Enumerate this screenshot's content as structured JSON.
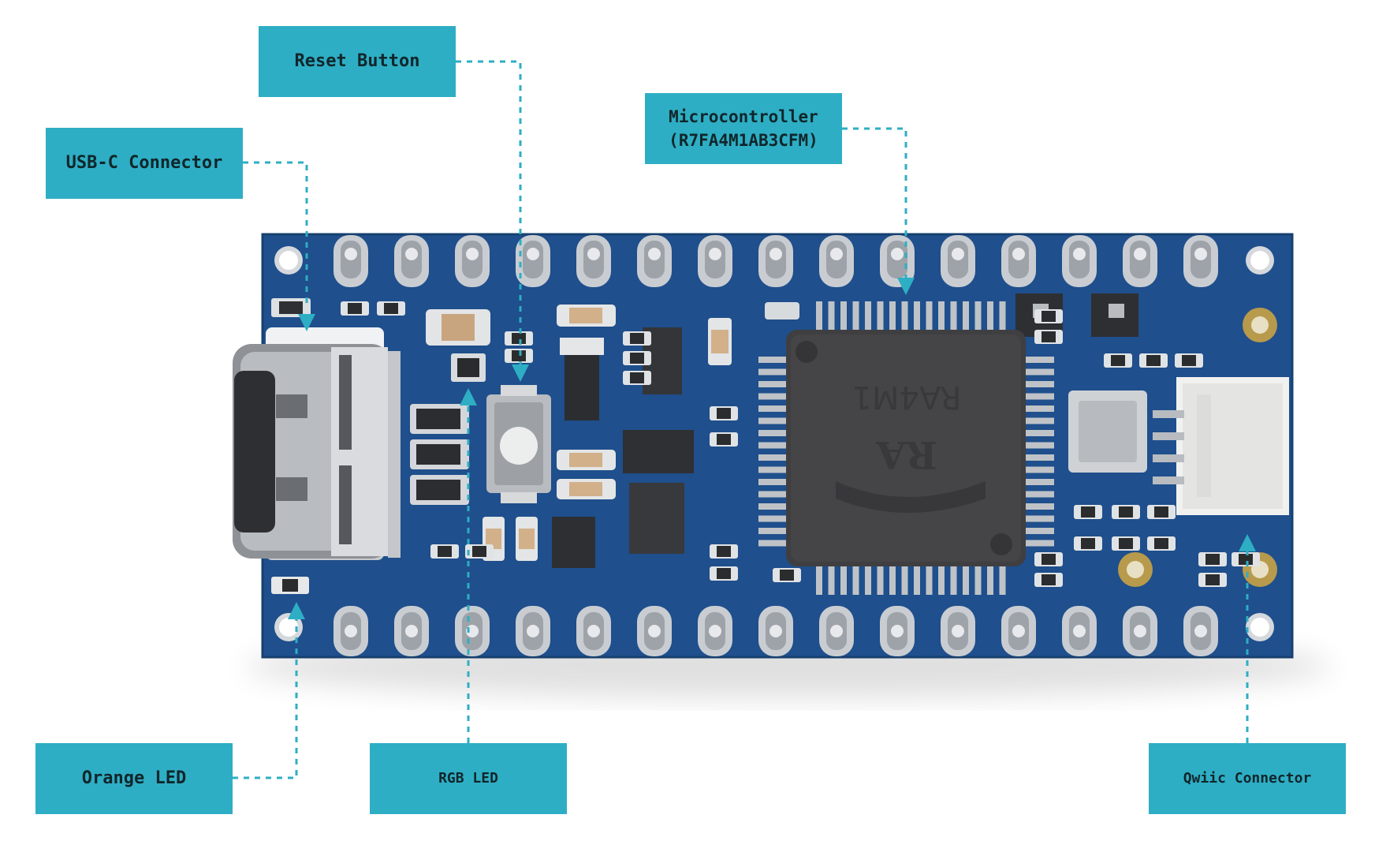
{
  "colors": {
    "callout_bg": "#2eaec4",
    "callout_text": "#10262b",
    "leader": "#2eaec4",
    "pcb": "#1f4f8c",
    "pcb_edge": "#17406f",
    "chip": "#3f3f41",
    "pad": "#c9cdd2",
    "gold": "#b79a4c"
  },
  "labels": {
    "reset_button": "Reset Button",
    "usb_c": "USB-C Connector",
    "microcontroller": "Microcontroller\n(R7FA4M1AB3CFM)",
    "orange_led": "Orange LED",
    "rgb_led": "RGB LED",
    "qwiic": "Qwiic Connector"
  },
  "chip_marking": "RA4M1",
  "chip_logo": "RA"
}
